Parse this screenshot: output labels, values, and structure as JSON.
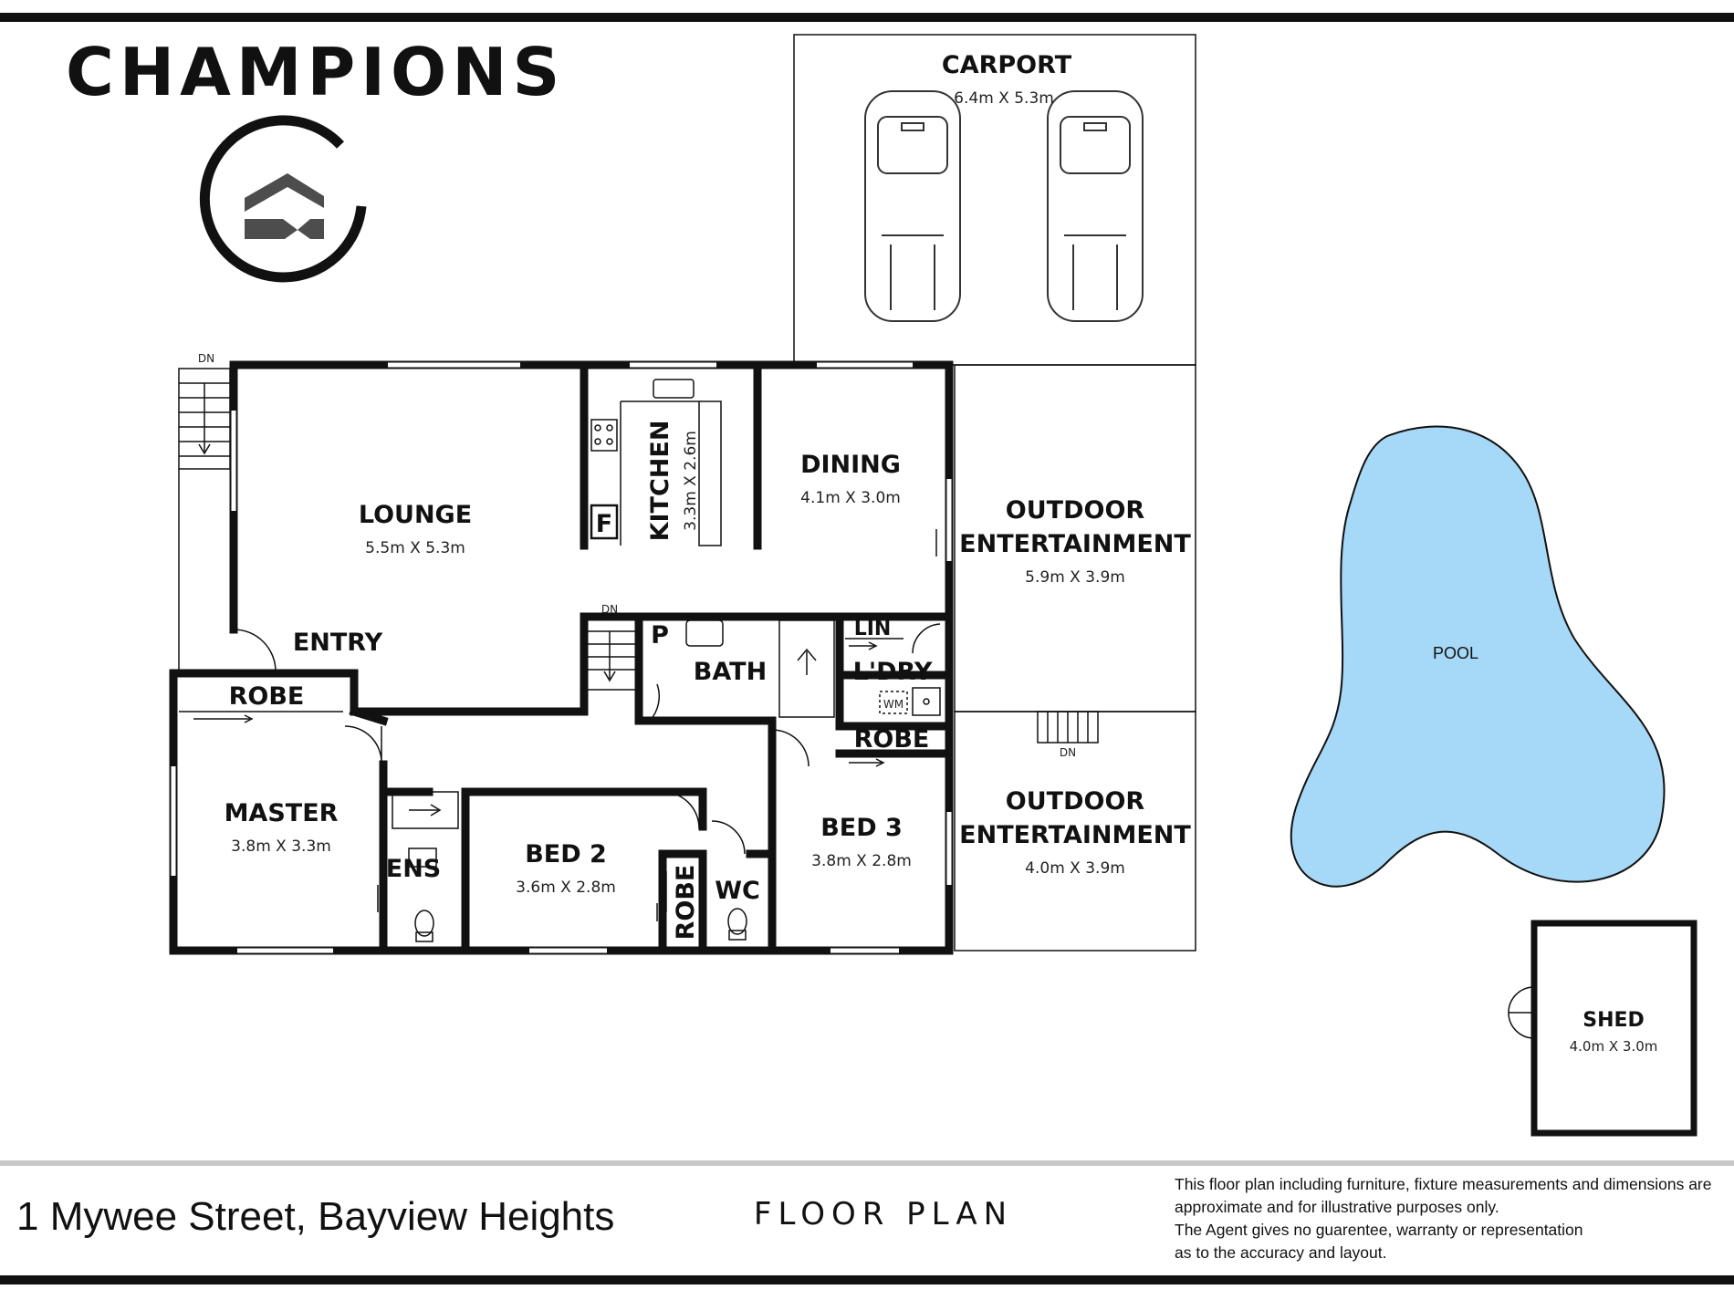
{
  "brand": {
    "name": "CHAMPIONS"
  },
  "rooms": {
    "carport": {
      "name": "CARPORT",
      "dims": "6.4m X 5.3m"
    },
    "lounge": {
      "name": "LOUNGE",
      "dims": "5.5m X 5.3m"
    },
    "kitchen": {
      "name": "KITCHEN",
      "dims": "3.3m X 2.6m"
    },
    "dining": {
      "name": "DINING",
      "dims": "4.1m X 3.0m"
    },
    "outdoor1": {
      "name1": "OUTDOOR",
      "name2": "ENTERTAINMENT",
      "dims": "5.9m X 3.9m"
    },
    "outdoor2": {
      "name1": "OUTDOOR",
      "name2": "ENTERTAINMENT",
      "dims": "4.0m X 3.9m"
    },
    "entry": {
      "name": "ENTRY"
    },
    "bath": {
      "name": "BATH"
    },
    "laundry": {
      "name": "L'DRY"
    },
    "linen": {
      "name": "LIN"
    },
    "pantry": {
      "name": "P"
    },
    "fridge": {
      "name": "F"
    },
    "robe_master": {
      "name": "ROBE"
    },
    "robe_bed3": {
      "name": "ROBE"
    },
    "robe_bed2": {
      "name": "ROBE"
    },
    "master": {
      "name": "MASTER",
      "dims": "3.8m X 3.3m"
    },
    "ensuite": {
      "name": "ENS"
    },
    "bed2": {
      "name": "BED 2",
      "dims": "3.6m X 2.8m"
    },
    "wc": {
      "name": "WC"
    },
    "bed3": {
      "name": "BED 3",
      "dims": "3.8m X 2.8m"
    },
    "pool": {
      "name": "POOL"
    },
    "shed": {
      "name": "SHED",
      "dims": "4.0m X 3.0m"
    }
  },
  "markers": {
    "down": "DN",
    "washing_machine": "WM"
  },
  "footer": {
    "address": "1 Mywee Street, Bayview Heights",
    "title": "FLOOR PLAN",
    "disclaimer": [
      "This floor plan including furniture, fixture measurements and dimensions are",
      "approximate and for illustrative purposes only.",
      "The Agent gives no guarentee, warranty or representation",
      "as to the accuracy and layout."
    ]
  },
  "colors": {
    "wall": "#111111",
    "pool": "#a6d8f7",
    "logo_mark": "#4d4d4d"
  }
}
